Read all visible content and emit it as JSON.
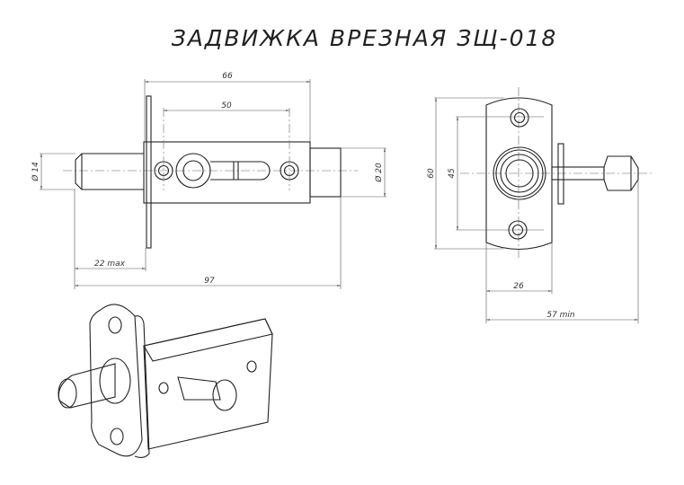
{
  "title": "ЗАДВИЖКА ВРЕЗНАЯ ЗЩ-018",
  "front_view": {
    "dim_body_length": "66",
    "dim_hole_spacing": "50",
    "dim_bolt_diameter": "Ø 14",
    "dim_collar_diameter": "Ø 20",
    "dim_bolt_throw": "22 max",
    "dim_overall_length": "97"
  },
  "side_view": {
    "dim_plate_height": "60",
    "dim_hole_spacing": "45",
    "dim_plate_width": "26",
    "dim_overall_depth": "57 min"
  }
}
